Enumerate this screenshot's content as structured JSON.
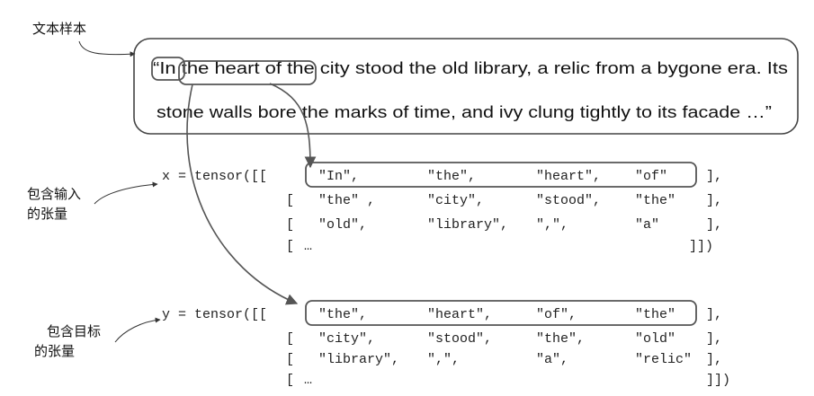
{
  "labels": {
    "sample": "文本样本",
    "input_tensor": [
      "包含输入",
      "的张量"
    ],
    "target_tensor": [
      "包含目标",
      "的张量"
    ]
  },
  "sample_text": {
    "line1": "“In the heart of the city stood the old library, a relic from a bygone era. Its",
    "line2": "stone walls bore the marks of time, and ivy clung tightly to its facade …”"
  },
  "x_tensor": {
    "prefix": "x = tensor([[",
    "rows": [
      {
        "open": "",
        "tokens": [
          "\"In\",",
          "\"the\",",
          "\"heart\",",
          "\"of\""
        ],
        "close": "],"
      },
      {
        "open": "[",
        "tokens": [
          "\"the\" ,",
          "\"city\",",
          "\"stood\",",
          "\"the\""
        ],
        "close": "],"
      },
      {
        "open": "[",
        "tokens": [
          "\"old\",",
          "\"library\",",
          "\",\",",
          "\"a\""
        ],
        "close": "],"
      },
      {
        "open": "[",
        "tokens": [
          "…",
          "",
          "",
          ""
        ],
        "close": "]])"
      }
    ]
  },
  "y_tensor": {
    "prefix": "y = tensor([[",
    "rows": [
      {
        "open": "",
        "tokens": [
          "\"the\",",
          "\"heart\",",
          "\"of\",",
          "\"the\""
        ],
        "close": "],"
      },
      {
        "open": "[",
        "tokens": [
          "\"city\",",
          "\"stood\",",
          "\"the\",",
          "\"old\""
        ],
        "close": "],"
      },
      {
        "open": "[",
        "tokens": [
          "\"library\",",
          "\",\",",
          "\"a\",",
          "\"relic\""
        ],
        "close": "],"
      },
      {
        "open": "[",
        "tokens": [
          "…",
          "",
          "",
          ""
        ],
        "close": "]])"
      }
    ]
  }
}
